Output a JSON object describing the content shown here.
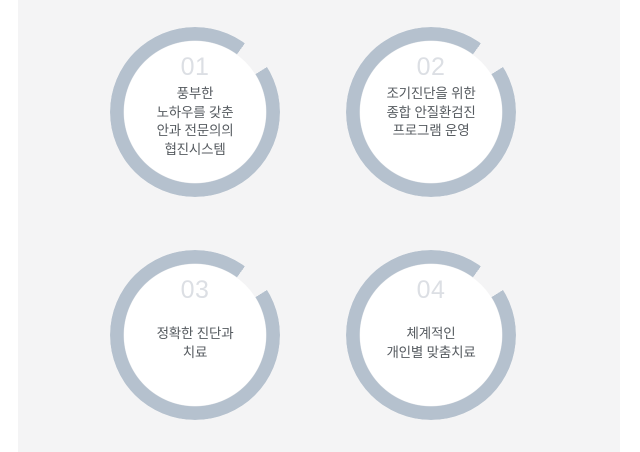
{
  "page": {
    "background_color": "#ffffff",
    "panel_color": "#f4f4f5"
  },
  "theme": {
    "ring_color": "#b5c1ce",
    "number_color": "#dcdfe4",
    "text_color": "#555a5f",
    "inner_disc_color": "#ffffff"
  },
  "badges": [
    {
      "number": "01",
      "lines": [
        "풍부한",
        "노하우를 갖춘",
        "안과 전문의의",
        "협진시스템"
      ]
    },
    {
      "number": "02",
      "lines": [
        "조기진단을 위한",
        "종합 안질환검진",
        "프로그램 운영"
      ]
    },
    {
      "number": "03",
      "lines": [
        "정확한 진단과",
        "치료"
      ]
    },
    {
      "number": "04",
      "lines": [
        "체계적인",
        "개인별 맞춤치료"
      ]
    }
  ]
}
